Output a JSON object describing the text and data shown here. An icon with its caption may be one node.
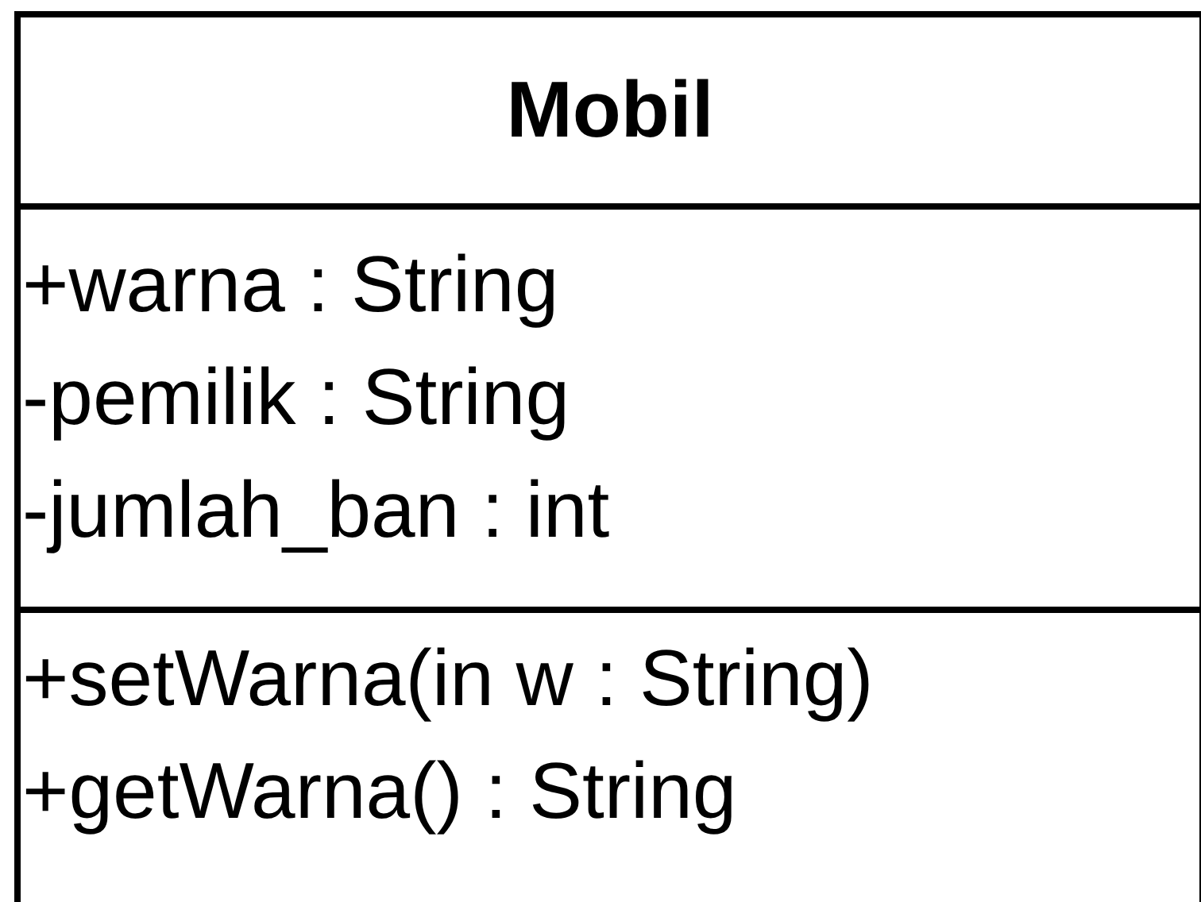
{
  "diagram": {
    "nodes": [
      {
        "text": [
          "Mobil"
        ]
      },
      {
        "text": [
          "+warna : String",
          "-pemilik : String",
          "-jumlah_ban : int"
        ],
        "in": 0
      },
      {
        "text": [
          "+setWarna(in w : String)",
          "+getWarna() : String"
        ],
        "in": 0
      }
    ]
  }
}
